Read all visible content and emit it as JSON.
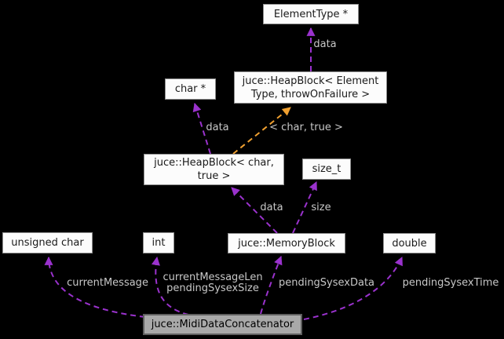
{
  "colors": {
    "background": "#000000",
    "edge_purple": "#9a32cd",
    "edge_orange": "#f0a030",
    "node_fill": "#fcfcfc",
    "node_border": "#8f8f8f",
    "highlight_fill": "#a9a9a9",
    "highlight_border": "#5f5f5f",
    "edge_label_text": "#c8c8c8"
  },
  "nodes": {
    "element_type_ptr": {
      "label": "ElementType *"
    },
    "heapblock_element": {
      "line1": "juce::HeapBlock< Element",
      "line2": "Type, throwOnFailure >"
    },
    "char_ptr": {
      "label": "char *"
    },
    "heapblock_char_true": {
      "line1": "juce::HeapBlock< char,",
      "line2": "true >"
    },
    "size_t": {
      "label": "size_t"
    },
    "unsigned_char": {
      "label": "unsigned char"
    },
    "int": {
      "label": "int"
    },
    "memory_block": {
      "label": "juce::MemoryBlock"
    },
    "double": {
      "label": "double"
    },
    "midi_data_concatenator": {
      "label": "juce::MidiDataConcatenator"
    }
  },
  "edges": {
    "heapblock_element_to_element_type": {
      "label": "data"
    },
    "heapblock_char_to_char_ptr": {
      "label": "data"
    },
    "heapblock_char_to_heapblock_element": {
      "label": "< char, true >"
    },
    "memory_block_to_heapblock_char": {
      "label": "data"
    },
    "memory_block_to_size_t": {
      "label": "size"
    },
    "concatenator_to_unsigned_char": {
      "label": "currentMessage"
    },
    "concatenator_to_int": {
      "line1": "currentMessageLen",
      "line2": "pendingSysexSize"
    },
    "concatenator_to_memory_block": {
      "label": "pendingSysexData"
    },
    "concatenator_to_double": {
      "label": "pendingSysexTime"
    }
  }
}
